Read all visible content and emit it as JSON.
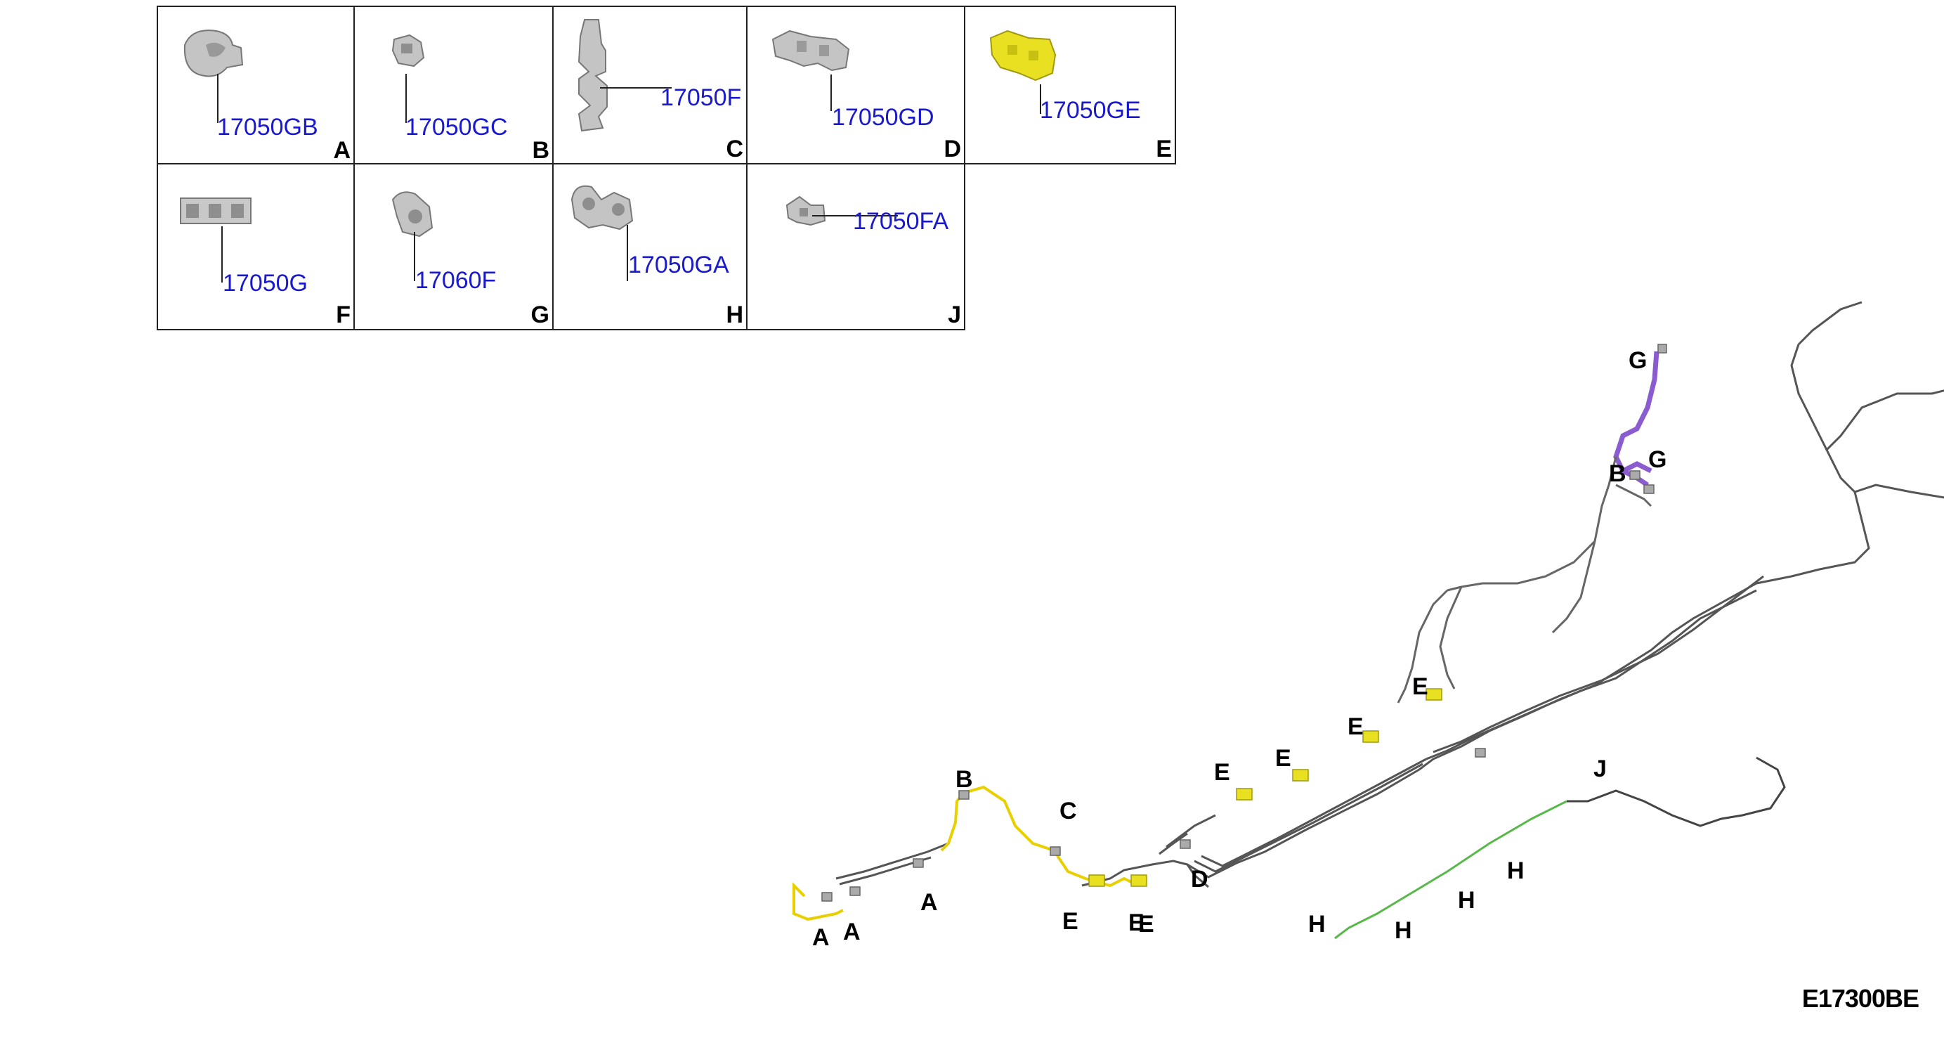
{
  "parts_table": [
    {
      "letter": "A",
      "part_no": "17050GB",
      "icon": "clip-gb-icon",
      "color": "#b8b8b8"
    },
    {
      "letter": "B",
      "part_no": "17050GC",
      "icon": "clip-gc-icon",
      "color": "#b8b8b8"
    },
    {
      "letter": "C",
      "part_no": "17050F",
      "icon": "clip-f-icon",
      "color": "#b8b8b8"
    },
    {
      "letter": "D",
      "part_no": "17050GD",
      "icon": "clip-gd-icon",
      "color": "#b8b8b8"
    },
    {
      "letter": "E",
      "part_no": "17050GE",
      "icon": "clip-ge-icon",
      "color": "#e8e020"
    },
    {
      "letter": "F",
      "part_no": "17050G",
      "icon": "clip-g-icon",
      "color": "#b8b8b8"
    },
    {
      "letter": "G",
      "part_no": "17060F",
      "icon": "clip-60f-icon",
      "color": "#b8b8b8"
    },
    {
      "letter": "H",
      "part_no": "17050GA",
      "icon": "clip-ga-icon",
      "color": "#b8b8b8"
    },
    {
      "letter": "J",
      "part_no": "17050FA",
      "icon": "clip-fa-icon",
      "color": "#b8b8b8"
    }
  ],
  "diagram_callouts": [
    "G",
    "G",
    "B",
    "E",
    "E",
    "E",
    "E",
    "E",
    "B",
    "C",
    "D",
    "A",
    "A",
    "A",
    "E",
    "E",
    "J",
    "H",
    "H",
    "H",
    "H"
  ],
  "diagram_code": "E17300BE",
  "colors": {
    "part_number": "#1a1acc",
    "yellow_clip": "#e8e020",
    "purple_tube": "#8a5cd0",
    "green_tube": "#58b84a",
    "tube_gray": "#555555"
  }
}
